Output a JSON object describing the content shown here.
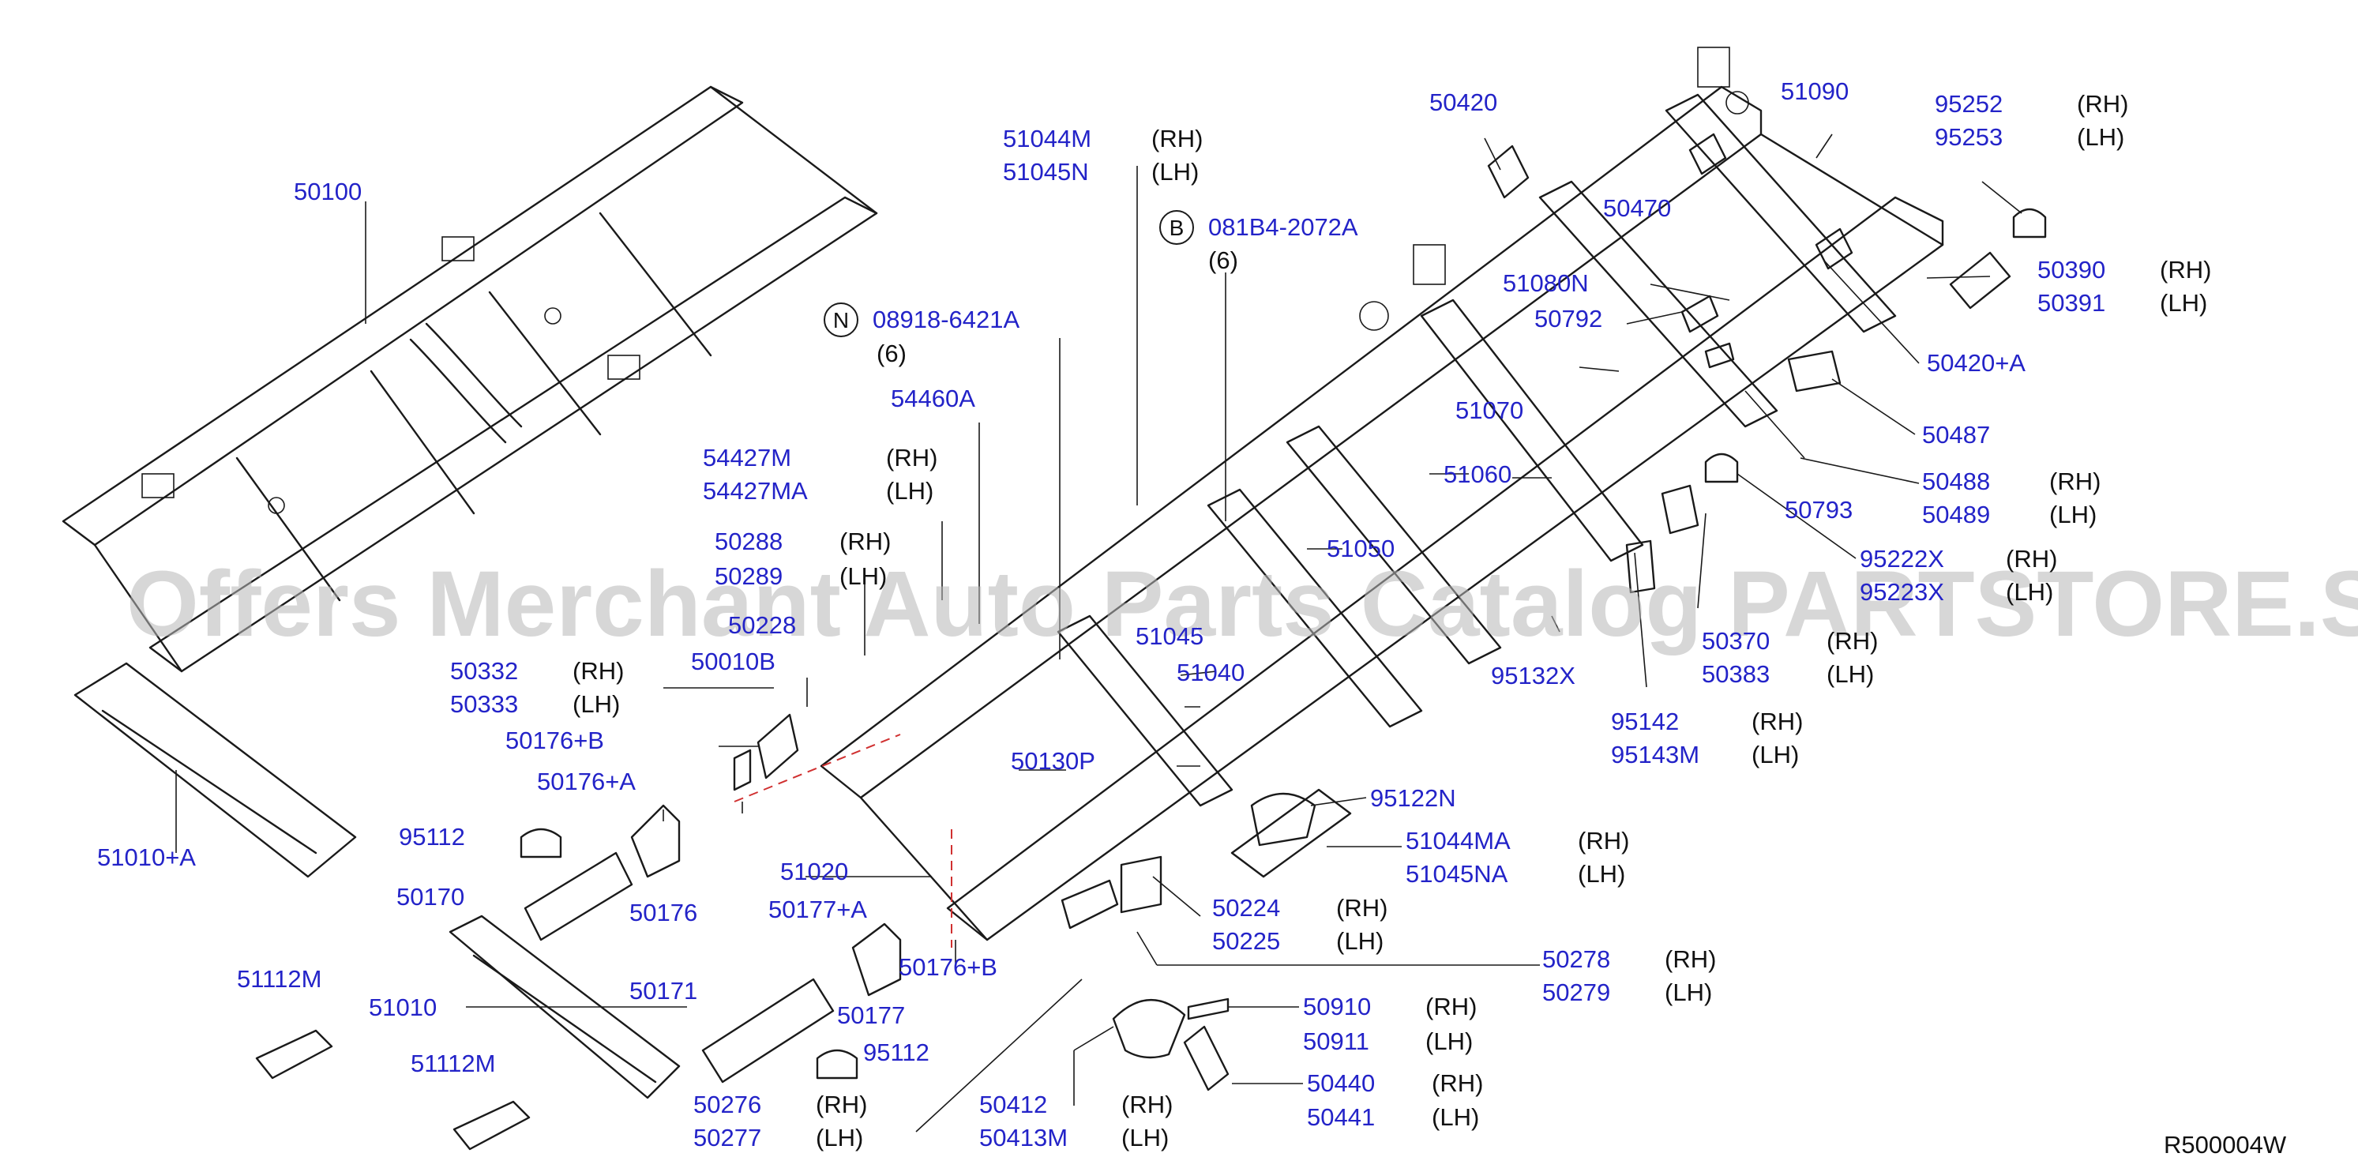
{
  "watermark": "Offers Merchant Auto Parts Catalog PARTSTORE.SA",
  "diagram_id": "R500004W",
  "sides": {
    "rh": "(RH)",
    "lh": "(LH)"
  },
  "symbols": {
    "n": "N",
    "b": "B"
  },
  "labels": {
    "p50100": "50100",
    "p51044m": "51044M",
    "p51045n": "51045N",
    "p081b4": "081B4-2072A",
    "q081b4": "(6)",
    "p08918": "08918-6421A",
    "q08918": "(6)",
    "p54460a": "54460A",
    "p54427m": "54427M",
    "p54427ma": "54427MA",
    "p50288": "50288",
    "p50289": "50289",
    "p50228": "50228",
    "p50332": "50332",
    "p50333": "50333",
    "p50010b": "50010B",
    "p50176b": "50176+B",
    "p50176a": "50176+A",
    "p95112a": "95112",
    "p50170": "50170",
    "p50176": "50176",
    "p51010a": "51010+A",
    "p51020": "51020",
    "p50177a": "50177+A",
    "p50176b2": "50176+B",
    "p50177": "50177",
    "p50171": "50171",
    "p95112b": "95112",
    "p51112m1": "51112M",
    "p51010": "51010",
    "p51112m2": "51112M",
    "p50276": "50276",
    "p50277": "50277",
    "p50412": "50412",
    "p50413m": "50413M",
    "p51045": "51045",
    "p51040": "51040",
    "p50130p": "50130P",
    "p50420": "50420",
    "p51090": "51090",
    "p95252": "95252",
    "p95253": "95253",
    "p50470": "50470",
    "p51080n": "51080N",
    "p50792": "50792",
    "p50390": "50390",
    "p50391": "50391",
    "p50420a": "50420+A",
    "p51070": "51070",
    "p50487": "50487",
    "p51060": "51060",
    "p50488": "50488",
    "p50489": "50489",
    "p50793": "50793",
    "p51050": "51050",
    "p95222x": "95222X",
    "p95223x": "95223X",
    "p50370": "50370",
    "p50383": "50383",
    "p95132x": "95132X",
    "p95142": "95142",
    "p95143m": "95143M",
    "p95122n": "95122N",
    "p51044ma": "51044MA",
    "p51045na": "51045NA",
    "p50224": "50224",
    "p50225": "50225",
    "p50278": "50278",
    "p50279": "50279",
    "p50910": "50910",
    "p50911": "50911",
    "p50440": "50440",
    "p50441": "50441"
  },
  "colors": {
    "part_number": "#2323c8",
    "side_text": "#111111",
    "line": "#1a1a1a",
    "dash": "#d03030",
    "watermark": "#b8b8b8"
  }
}
